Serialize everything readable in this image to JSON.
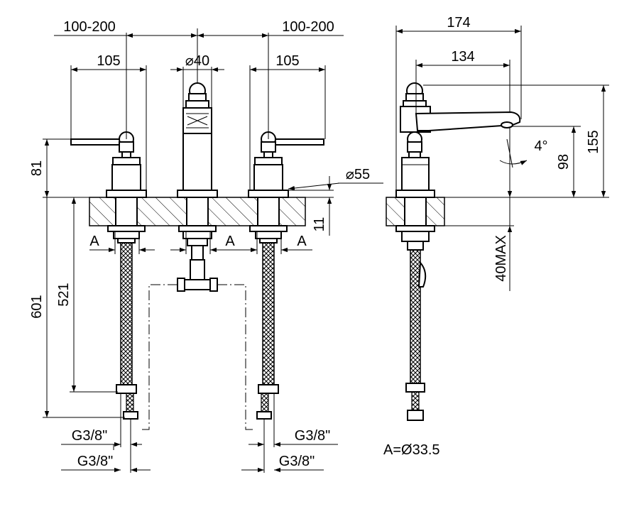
{
  "front_view": {
    "spacing_left": "100-200",
    "spacing_right": "100-200",
    "lever_width_left": "105",
    "lever_width_right": "105",
    "spout_diameter": "⌀40",
    "base_diameter": "⌀55",
    "handle_height": "81",
    "deck_thickness": "11",
    "hose_length_total": "601",
    "hose_length_to_connector": "521",
    "hole_label_a1": "A",
    "hole_label_a2": "A",
    "hole_label_a3": "A",
    "thread_left_upper": "G3/8\"",
    "thread_left_lower": "G3/8\"",
    "thread_right_upper": "G3/8\"",
    "thread_right_lower": "G3/8\""
  },
  "side_view": {
    "total_depth": "174",
    "spout_reach": "134",
    "total_height": "155",
    "spout_outlet_height": "98",
    "spout_angle": "4°",
    "max_deck": "40MAX"
  },
  "note": "A=Ø33.5"
}
